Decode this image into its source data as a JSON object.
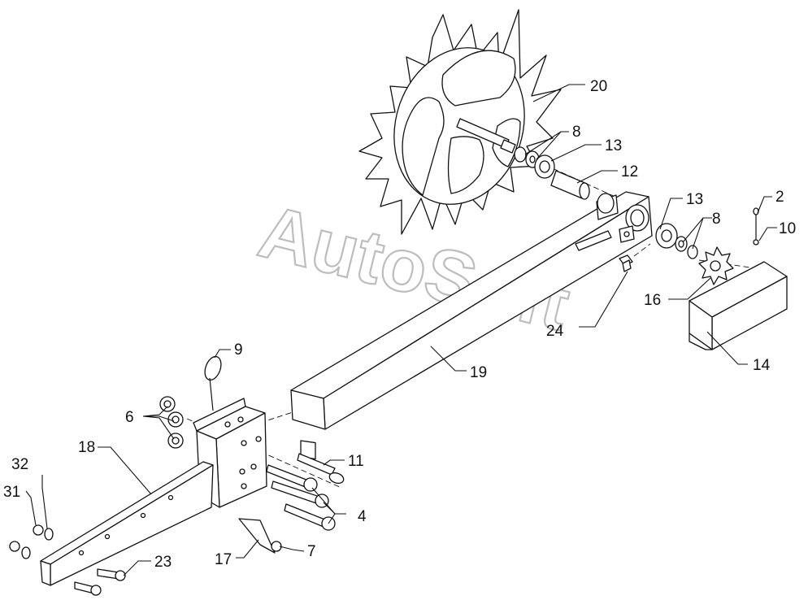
{
  "watermark": "AutoSoft",
  "colors": {
    "line": "#111111",
    "background": "#ffffff",
    "watermark": "#bdbdbd"
  },
  "callouts": [
    "20",
    "8",
    "13",
    "12",
    "13",
    "8",
    "2",
    "10",
    "16",
    "24",
    "14",
    "19",
    "9",
    "6",
    "11",
    "18",
    "32",
    "31",
    "4",
    "7",
    "17",
    "23"
  ]
}
